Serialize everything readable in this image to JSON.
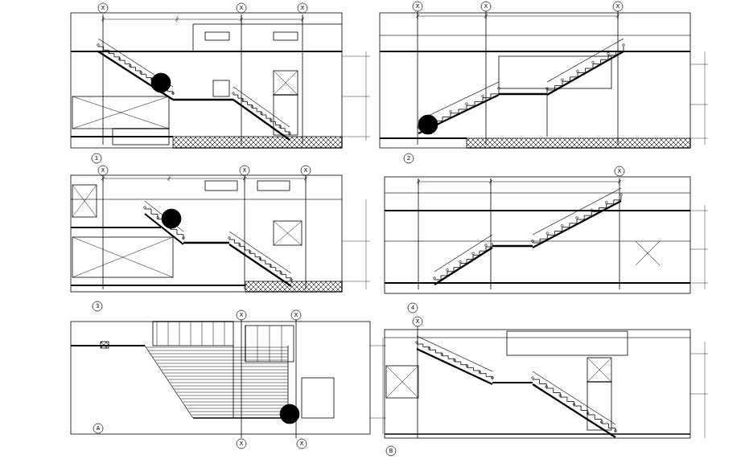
{
  "diagram": {
    "labels": [
      "X",
      "X",
      "X",
      "1",
      "X",
      "X",
      "X",
      "2",
      "X",
      "X",
      "X",
      "3",
      "X",
      "4",
      "X",
      "X",
      "X",
      "X",
      "A",
      "X",
      "B"
    ]
  }
}
